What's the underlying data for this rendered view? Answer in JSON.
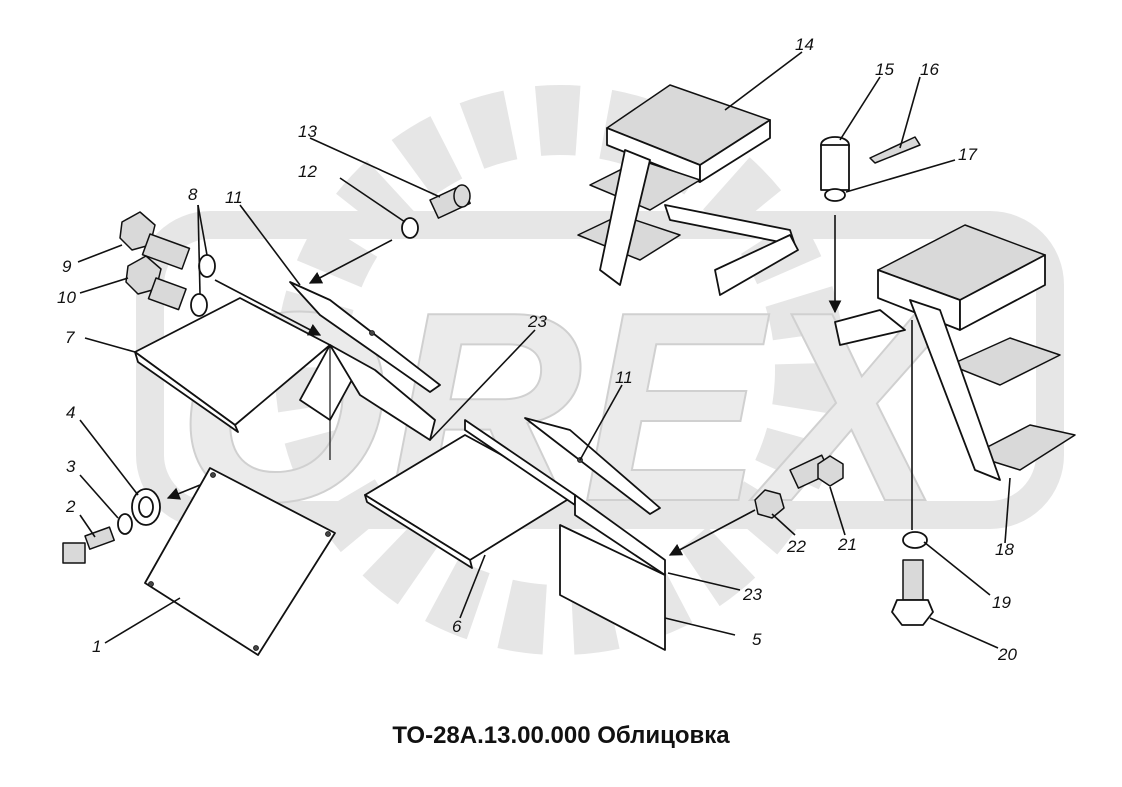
{
  "caption": "ТО-28А.13.00.000 Облицовка",
  "watermark": {
    "text": "OREX",
    "color": "#e6e6e6"
  },
  "callouts": {
    "c1": "1",
    "c2": "2",
    "c3": "3",
    "c4": "4",
    "c5": "5",
    "c6": "6",
    "c7": "7",
    "c8": "8",
    "c9": "9",
    "c10": "10",
    "c11a": "11",
    "c11b": "11",
    "c12": "12",
    "c13": "13",
    "c14": "14",
    "c15": "15",
    "c16": "16",
    "c17": "17",
    "c18": "18",
    "c19": "19",
    "c20": "20",
    "c21": "21",
    "c22": "22",
    "c23a": "23",
    "c23b": "23"
  }
}
